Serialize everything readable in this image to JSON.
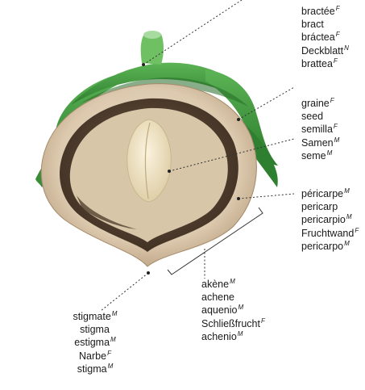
{
  "labels": {
    "bract": [
      {
        "text": "bractée",
        "gender": "F"
      },
      {
        "text": "bract",
        "gender": ""
      },
      {
        "text": "bráctea",
        "gender": "F"
      },
      {
        "text": "Deckblatt",
        "gender": "N"
      },
      {
        "text": "brattea",
        "gender": "F"
      }
    ],
    "seed": [
      {
        "text": "graine",
        "gender": "F"
      },
      {
        "text": "seed",
        "gender": ""
      },
      {
        "text": "semilla",
        "gender": "F"
      },
      {
        "text": "Samen",
        "gender": "M"
      },
      {
        "text": "seme",
        "gender": "M"
      }
    ],
    "pericarp": [
      {
        "text": "péricarpe",
        "gender": "M"
      },
      {
        "text": "pericarp",
        "gender": ""
      },
      {
        "text": "pericarpio",
        "gender": "M"
      },
      {
        "text": "Fruchtwand",
        "gender": "F"
      },
      {
        "text": "pericarpo",
        "gender": "M"
      }
    ],
    "achene": [
      {
        "text": "akène",
        "gender": "M"
      },
      {
        "text": "achene",
        "gender": ""
      },
      {
        "text": "aquenio",
        "gender": "M"
      },
      {
        "text": "Schließfrucht",
        "gender": "F"
      },
      {
        "text": "achenio",
        "gender": "M"
      }
    ],
    "stigma": [
      {
        "text": "stigmate",
        "gender": "M"
      },
      {
        "text": "stigma",
        "gender": ""
      },
      {
        "text": "estigma",
        "gender": "M"
      },
      {
        "text": "Narbe",
        "gender": "F"
      },
      {
        "text": "stigma",
        "gender": "M"
      }
    ]
  },
  "colors": {
    "bract_green": "#3f9a3c",
    "bract_dark": "#256b27",
    "pericarp_outer": "#d9c7ae",
    "pericarp_rim": "#b9a184",
    "inner_cavity": "#5a4634",
    "seed": "#efe3c6",
    "leader_line": "#333333"
  }
}
